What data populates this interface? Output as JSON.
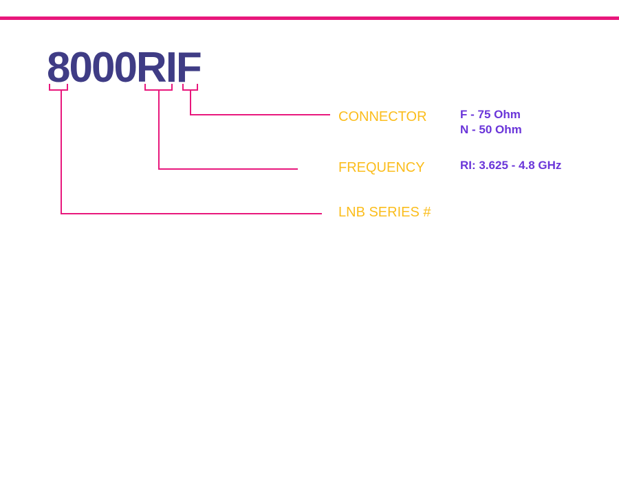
{
  "diagram": {
    "model_code": "8000RIF",
    "segments": [
      {
        "name": "LNB SERIES #",
        "options": []
      },
      {
        "name": "FREQUENCY",
        "options": [
          "RI: 3.625 - 4.8 GHz"
        ]
      },
      {
        "name": "CONNECTOR",
        "options": [
          "F - 75 Ohm",
          "N - 50 Ohm"
        ]
      }
    ]
  },
  "colors": {
    "accent_rule": "#e8177c",
    "connector_lines": "#e8177c",
    "model_code": "#3f3c85",
    "segment_labels": "#fbbd1c",
    "option_text": "#6a35d9"
  }
}
